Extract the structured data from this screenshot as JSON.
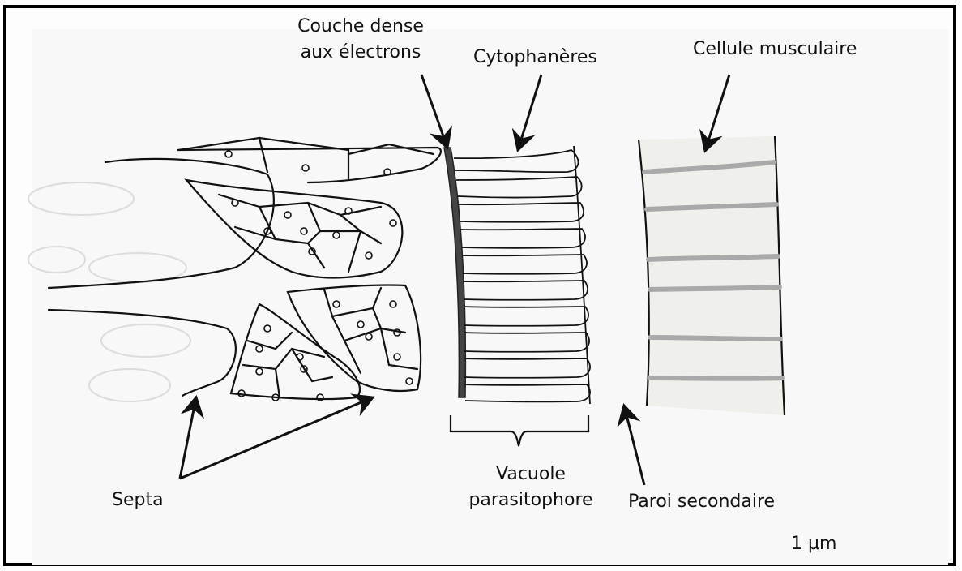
{
  "labels": {
    "couche_dense_line1": "Couche dense",
    "couche_dense_line2": "aux électrons",
    "cytophaneres": "Cytophanères",
    "cellule_musculaire": "Cellule musculaire",
    "septa": "Septa",
    "vacuole_line1": "Vacuole",
    "vacuole_line2": "parasitophore",
    "paroi_secondaire": "Paroi secondaire",
    "scale": "1 µm"
  },
  "colors": {
    "ink": "#111111",
    "dense_layer": "#444444",
    "muscle_band": "#a9a9a9",
    "muscle_fill": "#efefeb",
    "faint_cell": "#dcdcdc"
  }
}
